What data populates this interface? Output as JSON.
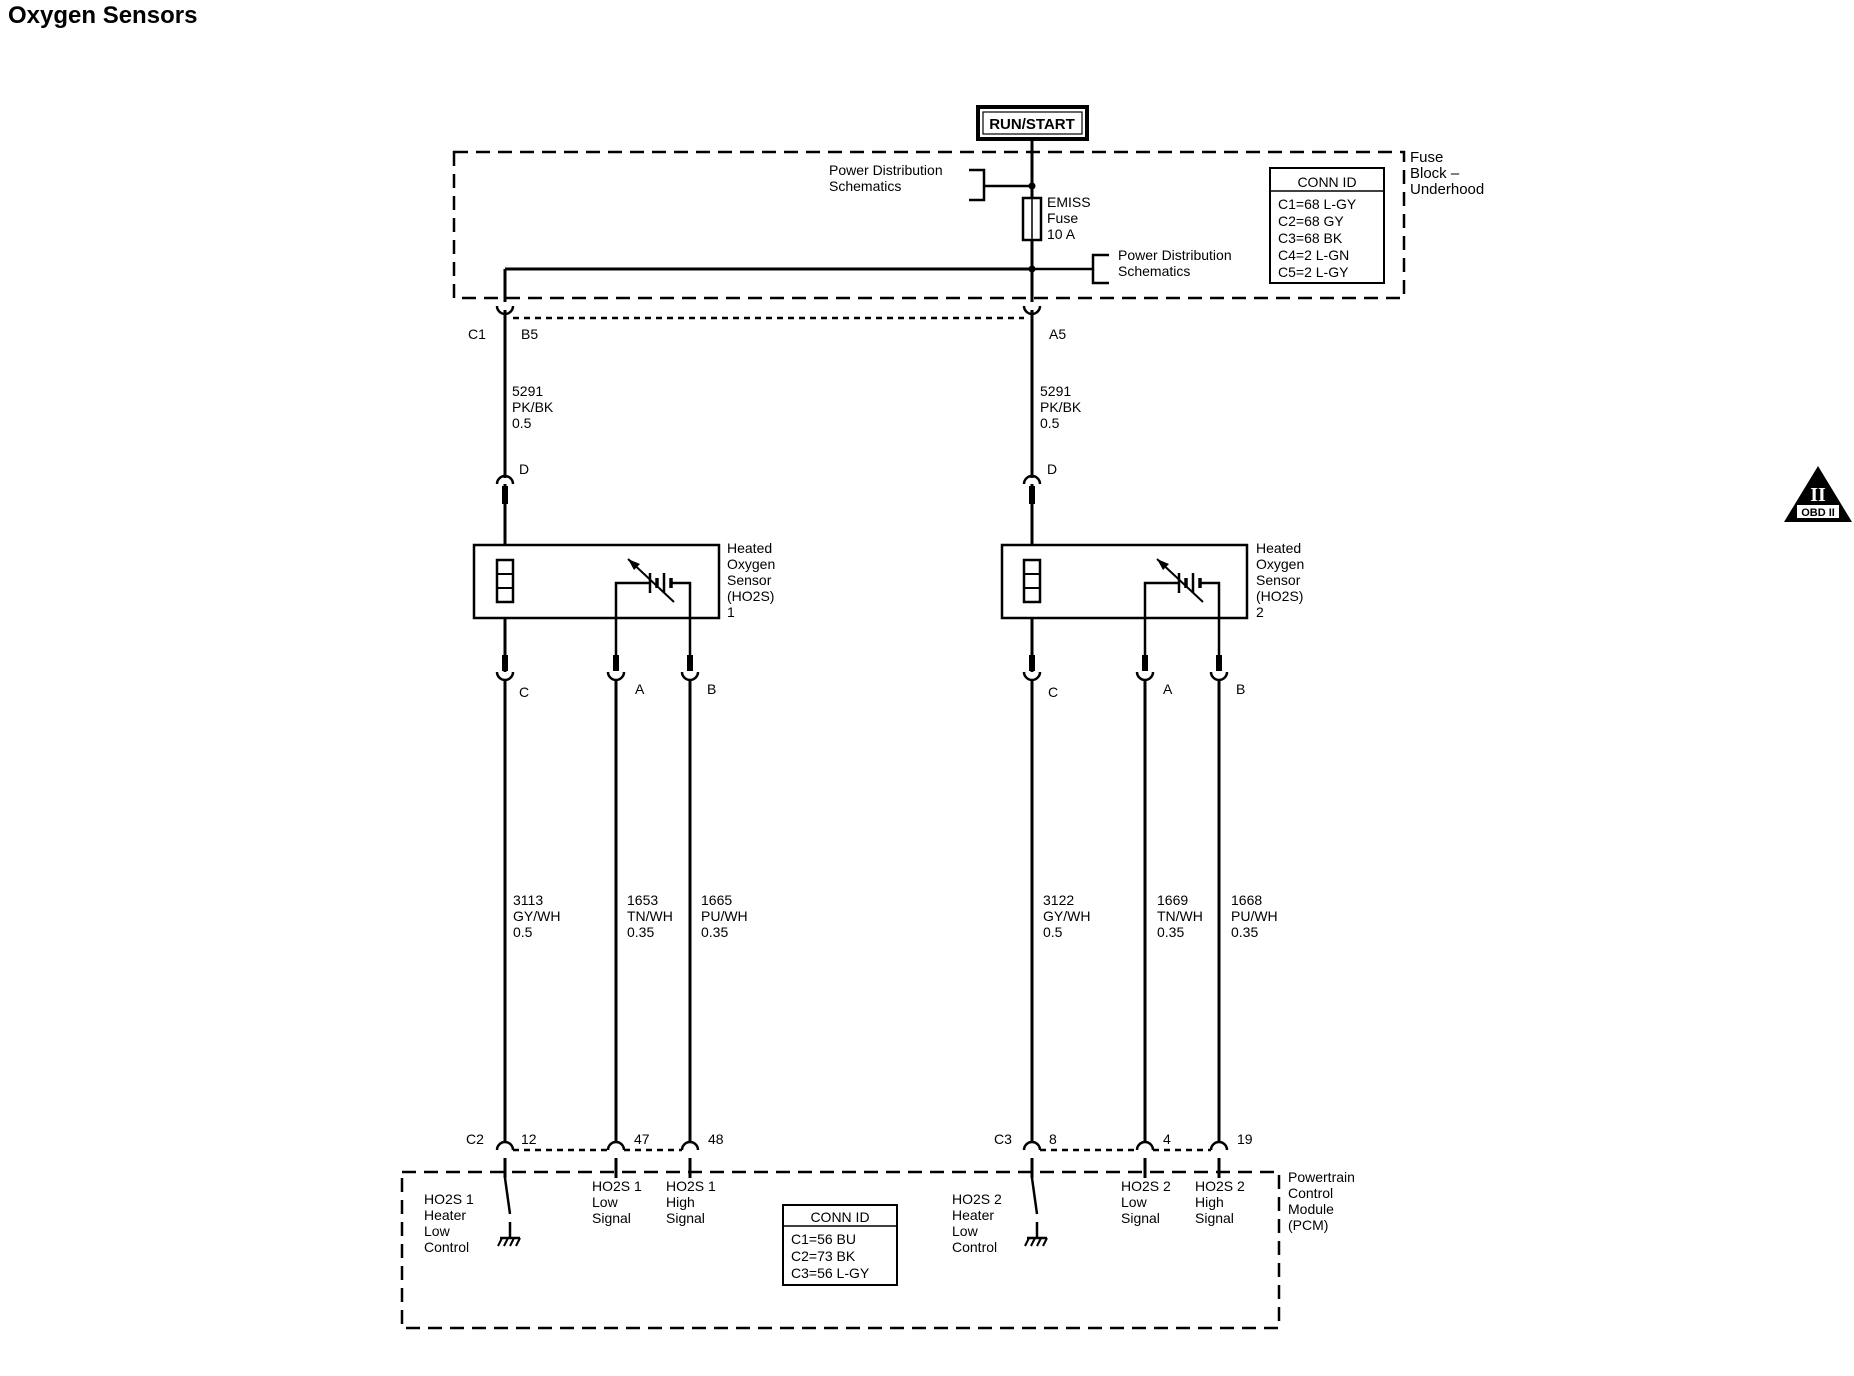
{
  "title": "Oxygen Sensors",
  "colors": {
    "ink": "#000000",
    "background": "#ffffff"
  },
  "power_source": "RUN/START",
  "fuse_block": {
    "name": [
      "Fuse",
      "Block –",
      "Underhood"
    ],
    "conn_id_title": "CONN ID",
    "conn_ids": [
      "C1=68 L-GY",
      "C2=68 GY",
      "C3=68 BK",
      "C4=2 L-GN",
      "C5=2 L-GY"
    ],
    "power_dist_top": [
      "Power Distribution",
      "Schematics"
    ],
    "power_dist_right": [
      "Power Distribution",
      "Schematics"
    ],
    "fuse_label": [
      "EMISS",
      "Fuse",
      "10 A"
    ],
    "connector": "C1",
    "pin_left": "B5",
    "pin_right": "A5"
  },
  "supply_wires": [
    {
      "circuit": "5291",
      "color": "PK/BK",
      "size": "0.5",
      "pin": "D"
    },
    {
      "circuit": "5291",
      "color": "PK/BK",
      "size": "0.5",
      "pin": "D"
    }
  ],
  "sensors": [
    {
      "name": [
        "Heated",
        "Oxygen",
        "Sensor",
        "(HO2S)",
        "1"
      ],
      "pins": [
        "C",
        "A",
        "B"
      ],
      "wires": [
        {
          "circuit": "3113",
          "color": "GY/WH",
          "size": "0.5"
        },
        {
          "circuit": "1653",
          "color": "TN/WH",
          "size": "0.35"
        },
        {
          "circuit": "1665",
          "color": "PU/WH",
          "size": "0.35"
        }
      ]
    },
    {
      "name": [
        "Heated",
        "Oxygen",
        "Sensor",
        "(HO2S)",
        "2"
      ],
      "pins": [
        "C",
        "A",
        "B"
      ],
      "wires": [
        {
          "circuit": "3122",
          "color": "GY/WH",
          "size": "0.5"
        },
        {
          "circuit": "1669",
          "color": "TN/WH",
          "size": "0.35"
        },
        {
          "circuit": "1668",
          "color": "PU/WH",
          "size": "0.35"
        }
      ]
    }
  ],
  "pcm": {
    "name": [
      "Powertrain",
      "Control",
      "Module",
      "(PCM)"
    ],
    "connectors": [
      "C2",
      "C3"
    ],
    "pins": [
      "12",
      "47",
      "48",
      "8",
      "4",
      "19"
    ],
    "conn_id_title": "CONN ID",
    "conn_ids": [
      "C1=56 BU",
      "C2=73 BK",
      "C3=56 L-GY"
    ],
    "labels": [
      [
        "HO2S 1",
        "Heater",
        "Low",
        "Control"
      ],
      [
        "HO2S 1",
        "Low",
        "Signal"
      ],
      [
        "HO2S 1",
        "High",
        "Signal"
      ],
      [
        "HO2S 2",
        "Heater",
        "Low",
        "Control"
      ],
      [
        "HO2S 2",
        "Low",
        "Signal"
      ],
      [
        "HO2S 2",
        "High",
        "Signal"
      ]
    ]
  },
  "obd_badge": {
    "numeral": "II",
    "label": "OBD II"
  }
}
